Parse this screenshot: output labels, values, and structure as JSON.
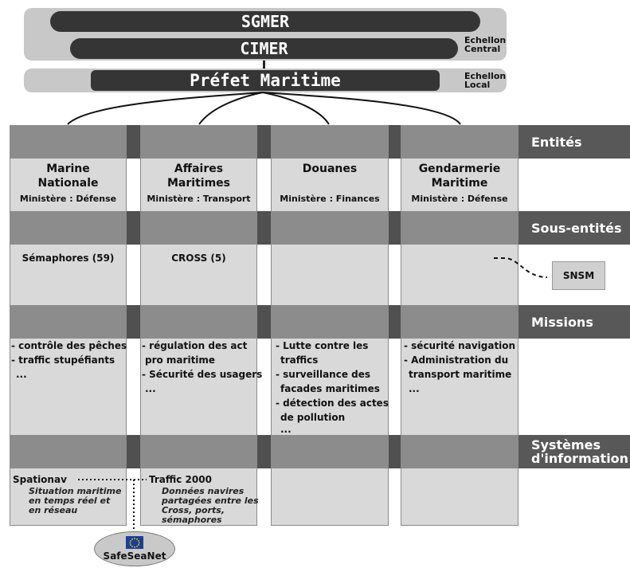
{
  "header": {
    "sgmer": "SGMER",
    "cimer": "CIMER",
    "prefet": "Préfet Maritime",
    "echelon_central": [
      "Echellon",
      "Central"
    ],
    "echelon_local": [
      "Echellon",
      "Local"
    ]
  },
  "band_labels": {
    "entites": "Entités",
    "sous_entites": "Sous-entités",
    "missions": "Missions",
    "systemes": [
      "Systèmes",
      "d'information"
    ]
  },
  "entities": [
    {
      "name": [
        "Marine",
        "Nationale"
      ],
      "ministry": "Ministère : Défense"
    },
    {
      "name": [
        "Affaires",
        "Maritimes"
      ],
      "ministry": "Ministère : Transport"
    },
    {
      "name": [
        "Douanes"
      ],
      "ministry": "Ministère : Finances"
    },
    {
      "name": [
        "Gendarmerie",
        "Maritime"
      ],
      "ministry": "Ministère : Défense"
    }
  ],
  "sub_entities": [
    "Sémaphores (59)",
    "CROSS (5)",
    "",
    ""
  ],
  "snsm": "SNSM",
  "missions": [
    [
      "- contrôle des pêches",
      "- traffic stupéfiants",
      "   ..."
    ],
    [
      "- régulation des act",
      "  pro maritime",
      "- Sécurité des usagers",
      "   ..."
    ],
    [
      "- Lutte contre les",
      "  traffics",
      "- surveillance des",
      "  facades maritimes",
      "- détection des actes",
      "  de pollution",
      "   ..."
    ],
    [
      "- sécurité navigation",
      "- Administration du",
      "  transport maritime",
      "   ..."
    ]
  ],
  "systems": {
    "spationav": {
      "name": "Spationav",
      "desc": [
        "Situation maritime",
        "en temps réel et",
        "en réseau"
      ]
    },
    "traffic2000": {
      "name": "Traffic 2000",
      "desc": [
        "Données navires",
        "partagées entre les",
        "Cross, ports,",
        "sémaphores"
      ]
    },
    "safeseanet": "SafeSeaNet"
  },
  "colors": {
    "dark": "#353535",
    "band": "#8c8c8c",
    "label": "#585858",
    "column": "#d9d9d9",
    "eu_blue": "#1b3f94",
    "eu_star": "#ffd400"
  }
}
